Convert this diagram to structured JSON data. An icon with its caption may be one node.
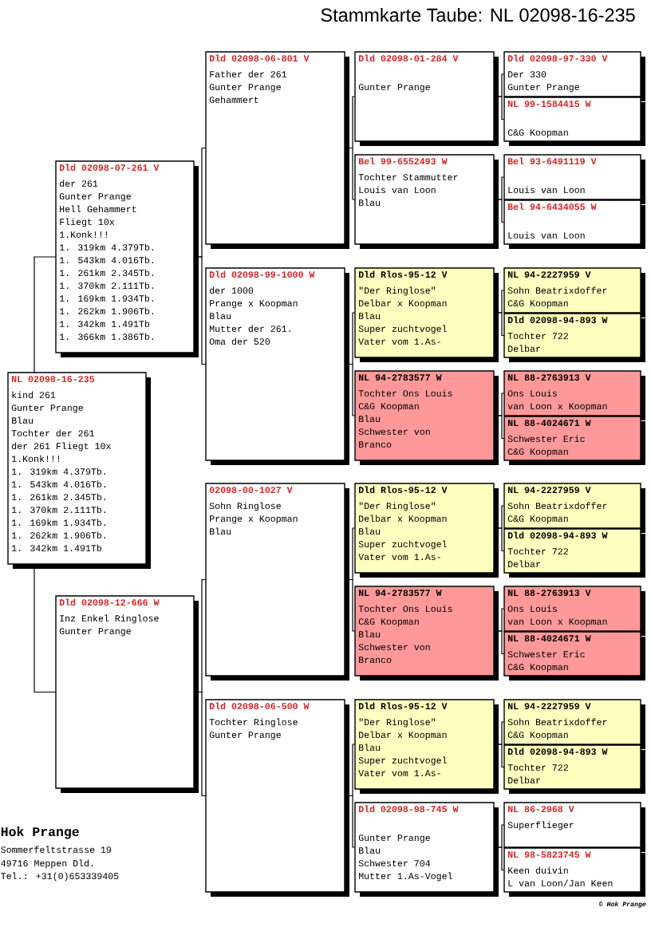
{
  "diagram": {
    "title": "Stammkarte Taube: NL 02098-16-235",
    "nodes": [
      {
        "text": [
          "NL 02098-16-235",
          "kind 261",
          "Gunter Prange",
          "Blau",
          "Tochter der 261",
          "der 261 Fliegt 10x",
          "1.Konk!!!",
          "1. 319km 4.379Tb.",
          "1. 543km 4.016Tb.",
          "1. 261km 2.345Tb.",
          "1. 370km 2.111Tb.",
          "1. 169km 1.934Tb.",
          "1. 262km 1.906Tb.",
          "1. 342km 1.491Tb"
        ]
      },
      {
        "text": [
          "Dld 02098-07-261 V",
          "der 261",
          "Gunter Prange",
          "Hell Gehammert",
          "Fliegt 10x",
          "1.Konk!!!",
          "1. 319km 4.379Tb.",
          "1. 543km 4.016Tb.",
          "1. 261km 2.345Tb.",
          "1. 370km 2.111Tb.",
          "1. 169km 1.934Tb.",
          "1. 262km 1.906Tb.",
          "1. 342km 1.491Tb",
          "1. 366km 1.386Tb."
        ]
      },
      {
        "text": [
          "Dld 02098-12-666 W",
          "Inz Enkel Ringlose",
          "Gunter Prange"
        ]
      },
      {
        "text": [
          "Dld 02098-06-801 V",
          "Father der 261",
          "Gunter Prange",
          "Gehammert"
        ]
      },
      {
        "text": [
          "Dld 02098-99-1000 W",
          "der 1000",
          "Prange x Koopman",
          "Blau",
          "Mutter der 261.",
          "Oma der 520"
        ]
      },
      {
        "text": [
          "02098-00-1027 V",
          "Sohn Ringlose",
          "Prange x Koopman",
          "Blau"
        ]
      },
      {
        "text": [
          "Dld 02098-06-500 W",
          "Tochter Ringlose",
          "Gunter Prange"
        ]
      },
      {
        "text": [
          "Dld 02098-01-284 V",
          "Gunter Prange"
        ]
      },
      {
        "text": [
          "Bel 99-6552493 W",
          "Tochter Stammutter",
          "Louis van Loon",
          "Blau"
        ]
      },
      {
        "text": [
          "Dld Rlos-95-12 V",
          "\"Der Ringlose\"",
          "Delbar x Koopman",
          "Blau",
          "Super zuchtvogel",
          "Vater vom 1.As-"
        ]
      },
      {
        "text": [
          "NL 94-2783577 W",
          "Tochter Ons Louis",
          "C&G Koopman",
          "Blau",
          "Schwester von",
          "Branco"
        ]
      },
      {
        "text": [
          "Dld Rlos-95-12 V",
          "\"Der Ringlose\"",
          "Delbar x Koopman",
          "Blau",
          "Super zuchtvogel",
          "Vater vom 1.As-"
        ]
      },
      {
        "text": [
          "NL 94-2783577 W",
          "Tochter Ons Louis",
          "C&G Koopman",
          "Blau",
          "Schwester von",
          "Branco"
        ]
      },
      {
        "text": [
          "Dld Rlos-95-12 V",
          "\"Der Ringlose\"",
          "Delbar x Koopman",
          "Blau",
          "Super zuchtvogel",
          "Vater vom 1.As-"
        ]
      },
      {
        "text": [
          "Dld 02098-98-745 W",
          "Gunter Prange",
          "Blau",
          "Schwester 704",
          "Mutter 1.As-Vogel"
        ]
      },
      {
        "text": [
          "Dld 02098-97-330 V",
          "Der 330",
          "Gunter Prange"
        ]
      },
      {
        "text": [
          "NL 99-1584415 W",
          "C&G Koopman"
        ]
      },
      {
        "text": [
          "Bel 93-6491119 V",
          "Louis van Loon"
        ]
      },
      {
        "text": [
          "Bel 94-6434055 W",
          "Louis van Loon"
        ]
      },
      {
        "text": [
          "NL 94-2227959 V",
          "Sohn Beatrixdoffer",
          "C&G Koopman"
        ]
      },
      {
        "text": [
          "Dld 02098-94-893 W",
          "Tochter 722",
          "Delbar"
        ]
      },
      {
        "text": [
          "NL 88-2763913 V",
          "Ons Louis",
          "van Loon x Koopman"
        ]
      },
      {
        "text": [
          "NL 88-4024671 W",
          "Schwester Eric",
          "C&G Koopman"
        ]
      },
      {
        "text": [
          "NL 94-2227959 V",
          "Sohn Beatrixdoffer",
          "C&G Koopman"
        ]
      },
      {
        "text": [
          "Dld 02098-94-893 W",
          "Tochter 722",
          "Delbar"
        ]
      },
      {
        "text": [
          "NL 88-2763913 V",
          "Ons Louis",
          "van Loon x Koopman"
        ]
      },
      {
        "text": [
          "NL 88-4024671 W",
          "Schwester Eric",
          "C&G Koopman"
        ]
      },
      {
        "text": [
          "NL 94-2227959 V",
          "Sohn Beatrixdoffer",
          "C&G Koopman"
        ]
      },
      {
        "text": [
          "Dld 02098-94-893 W",
          "Tochter 722",
          "Delbar"
        ]
      },
      {
        "text": [
          "NL 86-2968 V",
          "Superflieger"
        ]
      },
      {
        "text": [
          "NL 98-5823745 W",
          "Keen duivin",
          "L van Loon/Jan Keen"
        ]
      }
    ],
    "edges": [
      {
        "from": 0,
        "to": 1,
        "arrow": "none"
      },
      {
        "from": 0,
        "to": 2,
        "arrow": "none"
      },
      {
        "from": 1,
        "to": 3,
        "arrow": "none"
      },
      {
        "from": 1,
        "to": 4,
        "arrow": "none"
      },
      {
        "from": 2,
        "to": 5,
        "arrow": "none"
      },
      {
        "from": 2,
        "to": 6,
        "arrow": "none"
      },
      {
        "from": 3,
        "to": 7,
        "arrow": "none"
      },
      {
        "from": 3,
        "to": 8,
        "arrow": "none"
      },
      {
        "from": 4,
        "to": 9,
        "arrow": "none"
      },
      {
        "from": 4,
        "to": 10,
        "arrow": "none"
      },
      {
        "from": 5,
        "to": 11,
        "arrow": "none"
      },
      {
        "from": 5,
        "to": 12,
        "arrow": "none"
      },
      {
        "from": 6,
        "to": 13,
        "arrow": "none"
      },
      {
        "from": 6,
        "to": 14,
        "arrow": "none"
      },
      {
        "from": 7,
        "to": 15,
        "arrow": "none"
      },
      {
        "from": 7,
        "to": 16,
        "arrow": "none"
      },
      {
        "from": 8,
        "to": 17,
        "arrow": "none"
      },
      {
        "from": 8,
        "to": 18,
        "arrow": "none"
      },
      {
        "from": 9,
        "to": 19,
        "arrow": "none"
      },
      {
        "from": 9,
        "to": 20,
        "arrow": "none"
      },
      {
        "from": 10,
        "to": 21,
        "arrow": "none"
      },
      {
        "from": 10,
        "to": 22,
        "arrow": "none"
      },
      {
        "from": 11,
        "to": 23,
        "arrow": "none"
      },
      {
        "from": 11,
        "to": 24,
        "arrow": "none"
      },
      {
        "from": 12,
        "to": 25,
        "arrow": "none"
      },
      {
        "from": 12,
        "to": 26,
        "arrow": "none"
      },
      {
        "from": 13,
        "to": 27,
        "arrow": "none"
      },
      {
        "from": 13,
        "to": 28,
        "arrow": "none"
      },
      {
        "from": 14,
        "to": 29,
        "arrow": "none"
      },
      {
        "from": 14,
        "to": 30,
        "arrow": "none"
      }
    ],
    "labels": [
      "Hok Prange",
      "Sommerfeltstrasse 19",
      "49716 Meppen Dld.",
      "Tel.: +31(0)653339405",
      "© Hok Prange"
    ]
  }
}
